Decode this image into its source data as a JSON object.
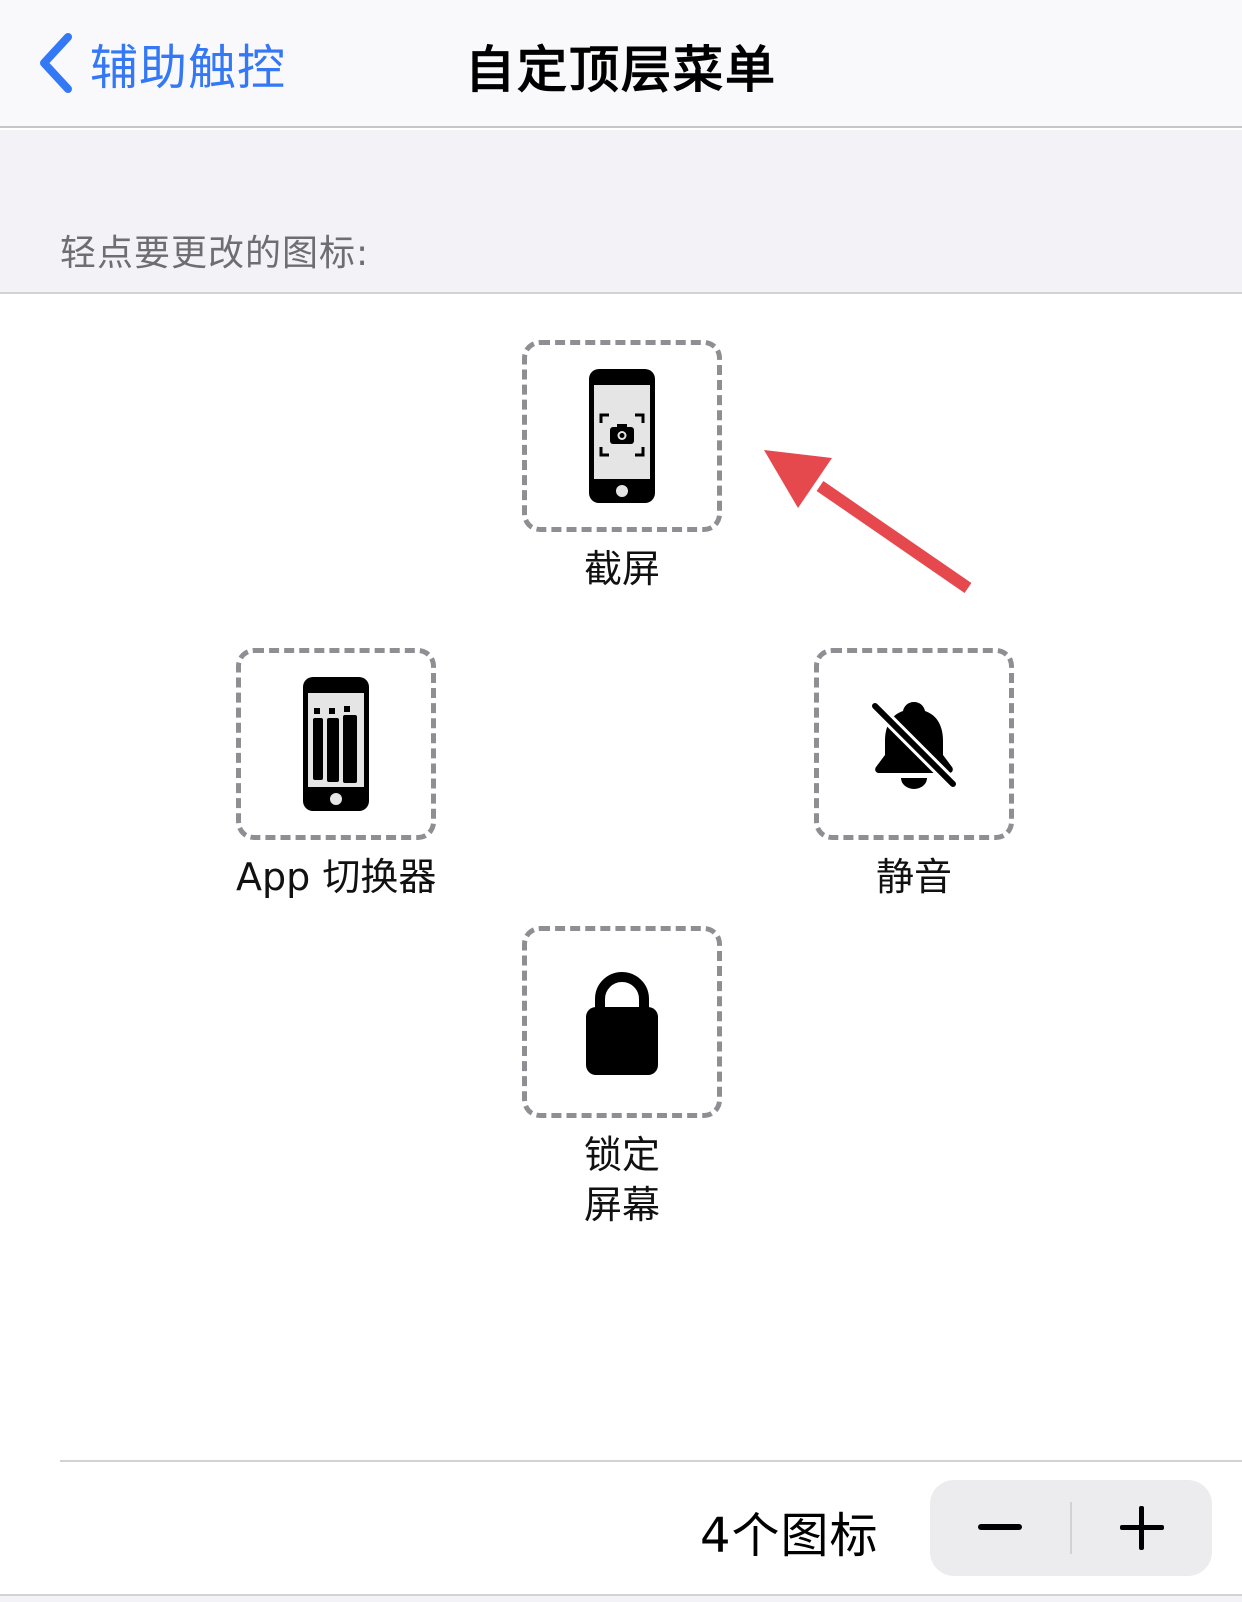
{
  "navbar": {
    "back_label": "辅助触控",
    "title": "自定顶层菜单"
  },
  "section": {
    "label": "轻点要更改的图标:"
  },
  "slots": [
    {
      "label": "截屏",
      "icon": "screenshot-icon"
    },
    {
      "label": "App 切换器",
      "icon": "app-switcher-icon"
    },
    {
      "label": "静音",
      "icon": "mute-bell-icon"
    },
    {
      "label_line1": "锁定",
      "label_line2": "屏幕",
      "icon": "lock-icon"
    }
  ],
  "footer": {
    "count_label": "4个图标",
    "minus_symbol": "−",
    "plus_symbol": "+"
  },
  "colors": {
    "accent": "#3478f6",
    "annotation_arrow": "#e5484d",
    "dashed_border": "#8e8e93"
  }
}
